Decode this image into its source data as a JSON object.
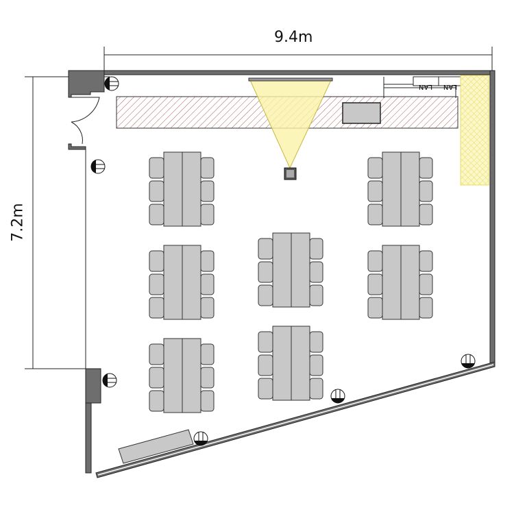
{
  "dimensions": {
    "width_label": "9.4m",
    "height_label": "7.2m"
  },
  "equipment": {
    "lan_labels": [
      "LAN",
      "LAN"
    ]
  },
  "colors": {
    "wall": "#6e6e6e",
    "table": "#c8c8c8",
    "hatch": "#b06060",
    "projection": "#f0e870"
  },
  "layout": {
    "table_groups": 7,
    "chairs_per_side": 3
  }
}
